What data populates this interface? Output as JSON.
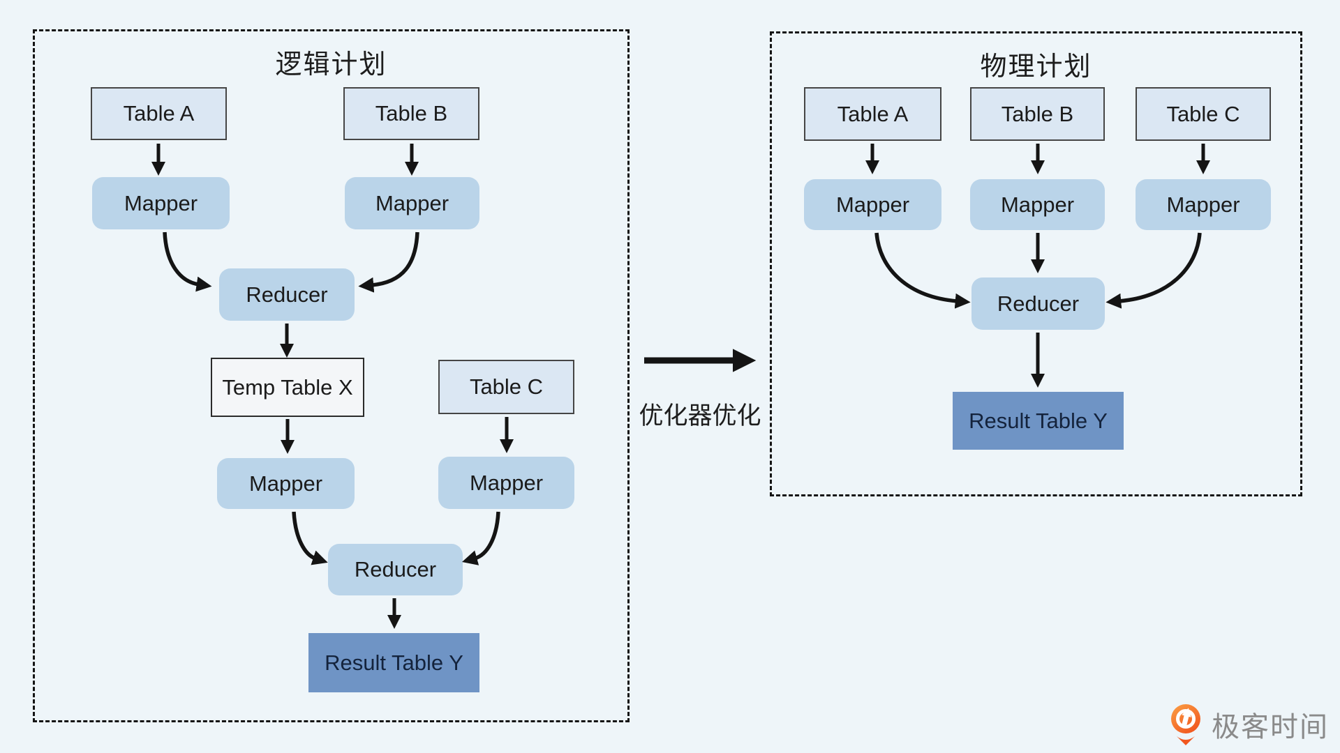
{
  "colors": {
    "background": "#eef5f9",
    "table_fill": "#dbe7f3",
    "table_border": "#454545",
    "process_fill": "#bad4e9",
    "temp_fill": "#f4f6f8",
    "result_fill": "#6f94c5",
    "arrow": "#141414",
    "panel_border": "#141414",
    "brand_orange": "#f26d21",
    "brand_text": "#8a8a8a"
  },
  "left_panel": {
    "title": "逻辑计划",
    "nodes": {
      "table_a": "Table A",
      "table_b": "Table B",
      "mapper_a": "Mapper",
      "mapper_b": "Mapper",
      "reducer_top": "Reducer",
      "temp_table_x": "Temp Table X",
      "table_c": "Table C",
      "mapper_temp": "Mapper",
      "mapper_c": "Mapper",
      "reducer_bottom": "Reducer",
      "result_table_y": "Result Table Y"
    }
  },
  "transform_arrow": {
    "label": "优化器优化"
  },
  "right_panel": {
    "title": "物理计划",
    "nodes": {
      "table_a": "Table A",
      "table_b": "Table B",
      "table_c": "Table C",
      "mapper_a": "Mapper",
      "mapper_b": "Mapper",
      "mapper_c": "Mapper",
      "reducer": "Reducer",
      "result_table_y": "Result Table Y"
    }
  },
  "brand": {
    "name": "极客时间"
  }
}
